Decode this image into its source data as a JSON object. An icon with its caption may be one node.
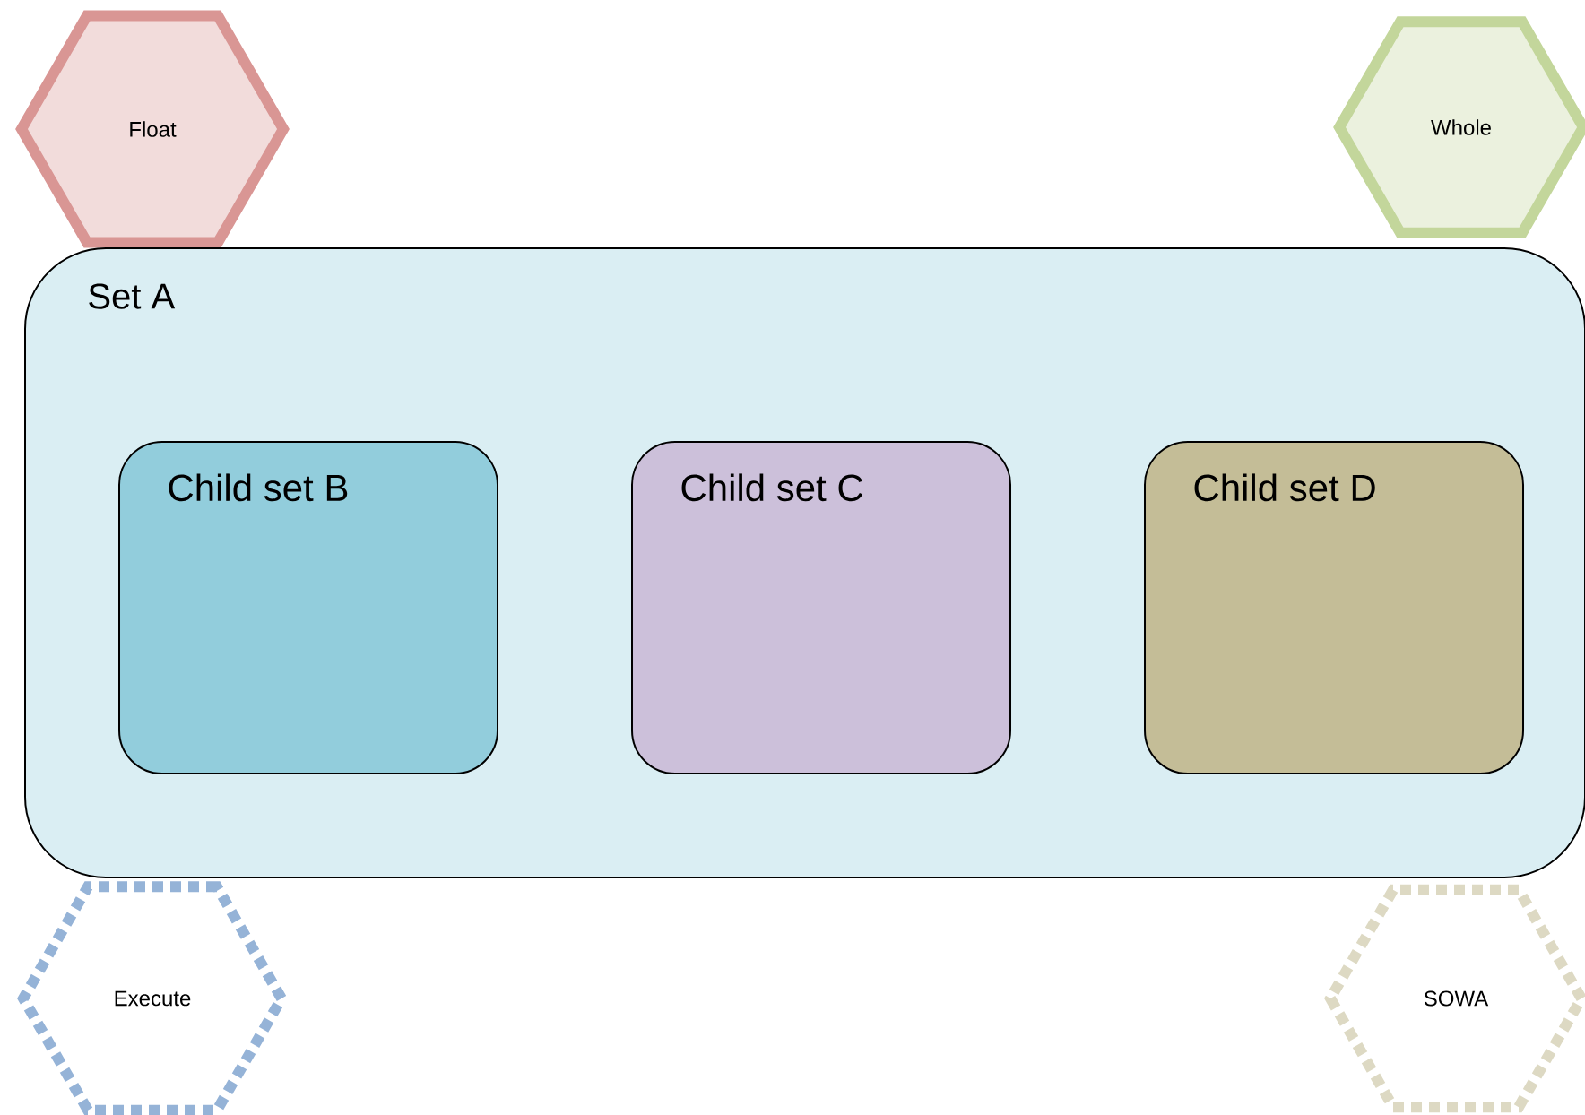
{
  "diagram": {
    "nodes": [
      {
        "text": [
          "Float"
        ]
      },
      {
        "text": [
          "Whole"
        ]
      },
      {
        "text": [
          "Set A"
        ]
      },
      {
        "text": [
          "Child set B"
        ],
        "in": 2
      },
      {
        "text": [
          "Child set C"
        ],
        "in": 2
      },
      {
        "text": [
          "Child set D"
        ],
        "in": 2
      },
      {
        "text": [
          "Execute"
        ]
      },
      {
        "text": [
          "SOWA"
        ]
      }
    ]
  }
}
